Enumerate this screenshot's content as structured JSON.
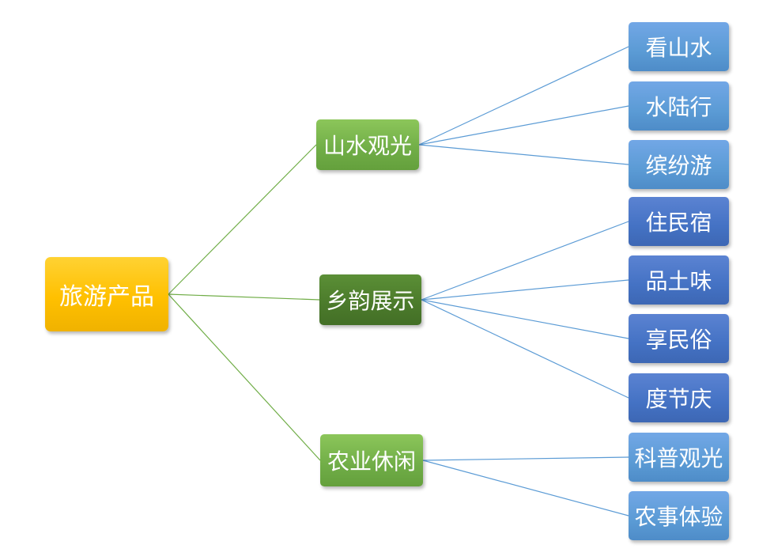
{
  "root": {
    "label": "旅游产品",
    "color": "#ffc000"
  },
  "categories": [
    {
      "label": "山水观光",
      "color": "#70ad47",
      "items": [
        "看山水",
        "水陆行",
        "缤纷游"
      ]
    },
    {
      "label": "乡韵展示",
      "color": "#4b7a2b",
      "items": [
        "住民宿",
        "品土味",
        "享民俗",
        "度节庆"
      ]
    },
    {
      "label": "农业休闲",
      "color": "#70ad47",
      "items": [
        "科普观光",
        "农事体验"
      ]
    }
  ],
  "colors": {
    "root_to_category_line": "#70ad47",
    "category_to_item_line": "#5b9bd5",
    "item_light": "#5b9bd5",
    "item_dark": "#4472c4"
  }
}
